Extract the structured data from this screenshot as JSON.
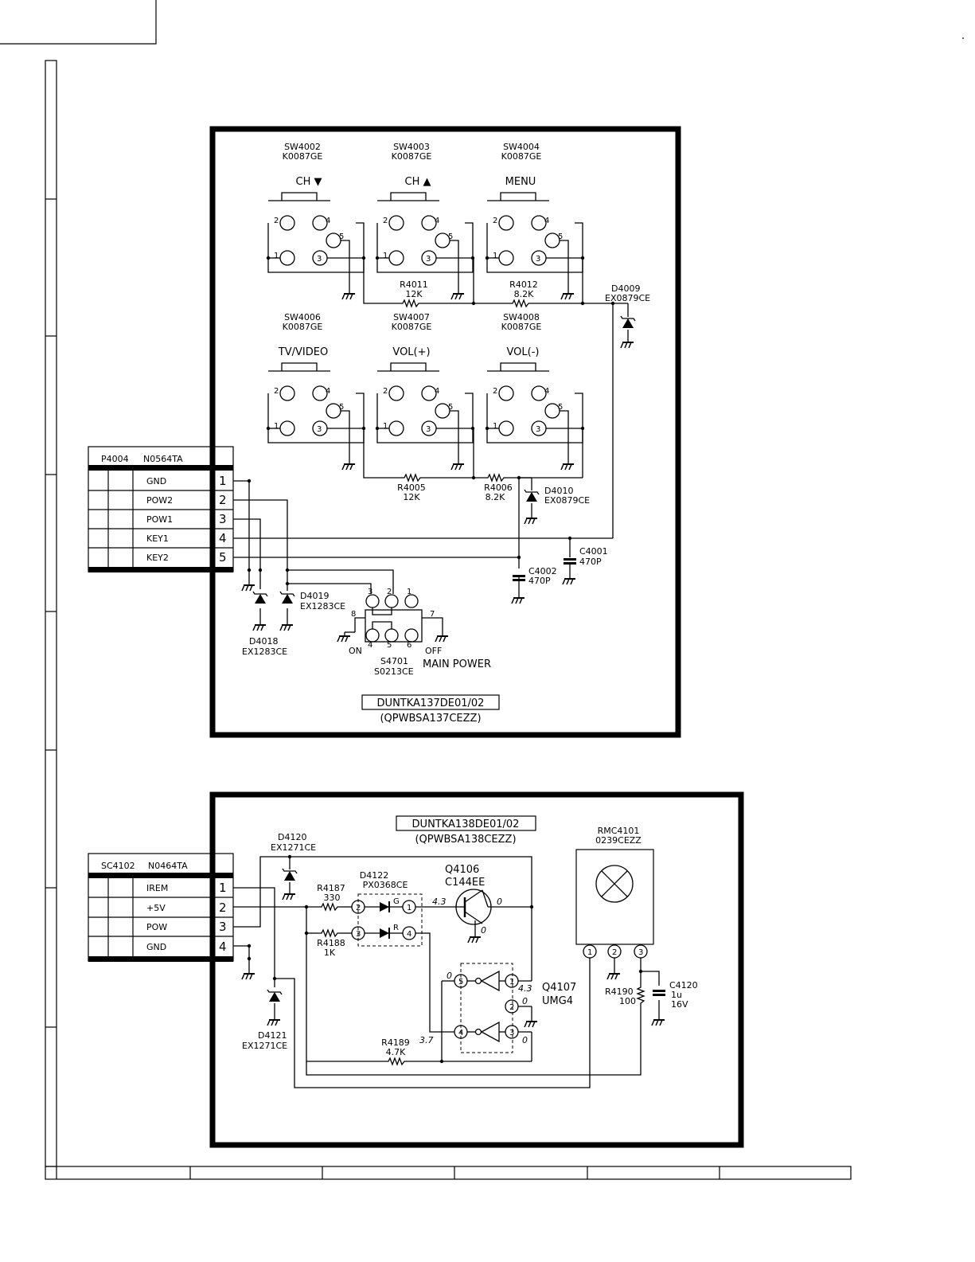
{
  "board1": {
    "switches": [
      {
        "ref": "SW4002",
        "part": "K0087GE",
        "label": "CH ▼"
      },
      {
        "ref": "SW4003",
        "part": "K0087GE",
        "label": "CH ▲"
      },
      {
        "ref": "SW4004",
        "part": "K0087GE",
        "label": "MENU"
      },
      {
        "ref": "SW4006",
        "part": "K0087GE",
        "label": "TV/VIDEO"
      },
      {
        "ref": "SW4007",
        "part": "K0087GE",
        "label": "VOL(+)"
      },
      {
        "ref": "SW4008",
        "part": "K0087GE",
        "label": "VOL(-)"
      }
    ],
    "switch_pins": [
      "1",
      "2",
      "4",
      "5",
      "3"
    ],
    "resistors": {
      "r4011": {
        "ref": "R4011",
        "value": "12K"
      },
      "r4012": {
        "ref": "R4012",
        "value": "8.2K"
      },
      "r4005": {
        "ref": "R4005",
        "value": "12K"
      },
      "r4006": {
        "ref": "R4006",
        "value": "8.2K"
      }
    },
    "diodes": {
      "d4009": {
        "ref": "D4009",
        "part": "EX0879CE"
      },
      "d4010": {
        "ref": "D4010",
        "part": "EX0879CE"
      },
      "d4019": {
        "ref": "D4019",
        "part": "EX1283CE"
      },
      "d4018": {
        "ref": "D4018",
        "part": "EX1283CE"
      }
    },
    "capacitors": {
      "c4001": {
        "ref": "C4001",
        "value": "470P"
      },
      "c4002": {
        "ref": "C4002",
        "value": "470P"
      }
    },
    "connector": {
      "ref": "P4004",
      "part": "N0564TA",
      "pins": [
        {
          "num": "1",
          "name": "GND"
        },
        {
          "num": "2",
          "name": "POW2"
        },
        {
          "num": "3",
          "name": "POW1"
        },
        {
          "num": "4",
          "name": "KEY1"
        },
        {
          "num": "5",
          "name": "KEY2"
        }
      ]
    },
    "power_switch": {
      "ref": "S4701",
      "part": "S0213CE",
      "name": "MAIN POWER",
      "on": "ON",
      "off": "OFF",
      "pins": [
        "3",
        "2",
        "1",
        "8",
        "7",
        "4",
        "5",
        "6"
      ]
    },
    "board_name": "DUNTKA137DE01/02",
    "board_pwb": "(QPWBSA137CEZZ)"
  },
  "board2": {
    "board_name": "DUNTKA138DE01/02",
    "board_pwb": "(QPWBSA138CEZZ)",
    "connector": {
      "ref": "SC4102",
      "part": "N0464TA",
      "pins": [
        {
          "num": "1",
          "name": "IREM"
        },
        {
          "num": "2",
          "name": "+5V"
        },
        {
          "num": "3",
          "name": "POW"
        },
        {
          "num": "4",
          "name": "GND"
        }
      ]
    },
    "d4120": {
      "ref": "D4120",
      "part": "EX1271CE"
    },
    "d4121": {
      "ref": "D4121",
      "part": "EX1271CE"
    },
    "d4122": {
      "ref": "D4122",
      "part": "PX0368CE",
      "g": "G",
      "r": "R",
      "pins": [
        "2",
        "1",
        "3",
        "4"
      ]
    },
    "r4187": {
      "ref": "R4187",
      "value": "330"
    },
    "r4188": {
      "ref": "R4188",
      "value": "1K"
    },
    "r4189": {
      "ref": "R4189",
      "value": "4.7K"
    },
    "r4190": {
      "ref": "R4190",
      "value": "100"
    },
    "c4120": {
      "ref": "C4120",
      "value": "1u",
      "voltage": "16V"
    },
    "q4106": {
      "ref": "Q4106",
      "part": "C144EE"
    },
    "q4107": {
      "ref": "Q4107",
      "part": "UMG4",
      "pins": [
        "5",
        "1",
        "2",
        "4",
        "3"
      ]
    },
    "rmc": {
      "ref": "RMC4101",
      "part": "0239CEZZ",
      "pins": [
        "1",
        "2",
        "3"
      ]
    },
    "voltages": {
      "v1": "4.3",
      "v2": "0",
      "v3": "0",
      "v4": "0",
      "v5": "4.3",
      "v6": "0",
      "v7": "3.7",
      "v8": "0"
    }
  }
}
